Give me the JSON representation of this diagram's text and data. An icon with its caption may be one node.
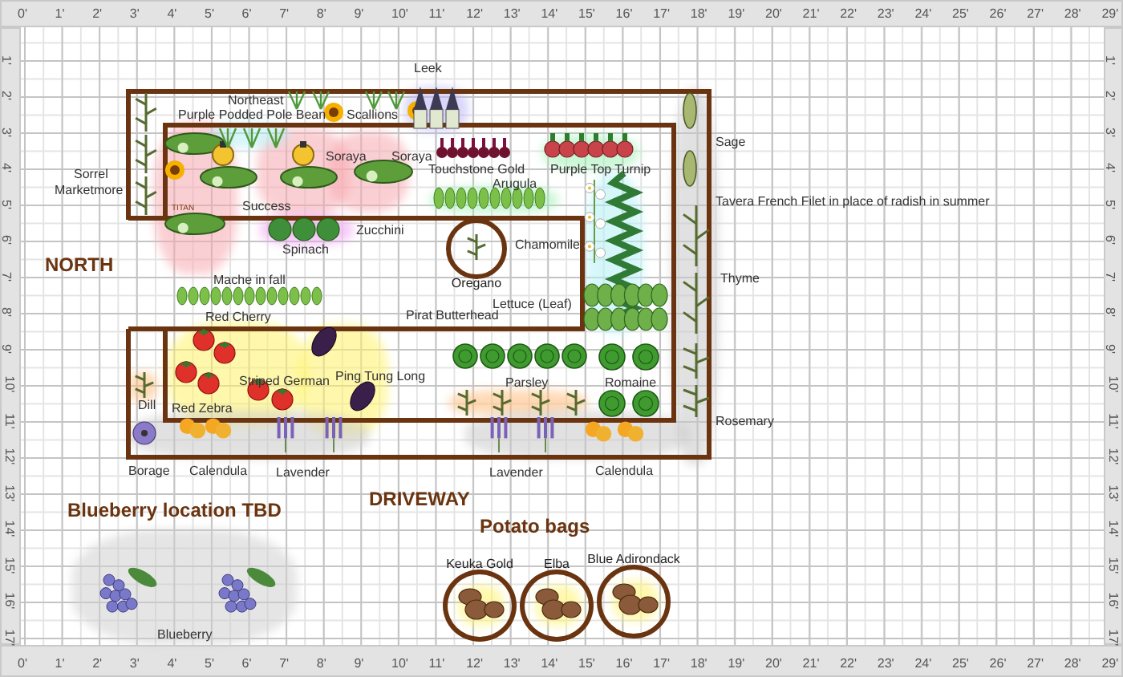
{
  "diagram": {
    "nodes": [
      {
        "text": [
          "Oregano"
        ]
      },
      {
        "text": [
          "Keuka Gold"
        ]
      },
      {
        "text": [
          "Elba"
        ]
      },
      {
        "text": [
          "Blue Adirondack"
        ]
      }
    ],
    "labels": [
      "0'",
      "1'",
      "2'",
      "3'",
      "4'",
      "5'",
      "6'",
      "7'",
      "8'",
      "9'",
      "10'",
      "11'",
      "12'",
      "13'",
      "14'",
      "15'",
      "16'",
      "17'",
      "18'",
      "19'",
      "20'",
      "21'",
      "22'",
      "23'",
      "24'",
      "25'",
      "26'",
      "27'",
      "28'",
      "29'",
      "1'",
      "2'",
      "3'",
      "4'",
      "5'",
      "6'",
      "7'",
      "8'",
      "9'",
      "10'",
      "11'",
      "12'",
      "13'",
      "14'",
      "15'",
      "16'",
      "17'",
      "1'",
      "2'",
      "3'",
      "4'",
      "5'",
      "6'",
      "7'",
      "8'",
      "9'",
      "10'",
      "11'",
      "12'",
      "13'",
      "14'",
      "15'",
      "16'",
      "17'",
      "0'",
      "1'",
      "2'",
      "3'",
      "4'",
      "5'",
      "6'",
      "7'",
      "8'",
      "9'",
      "10'",
      "11'",
      "12'",
      "13'",
      "14'",
      "15'",
      "16'",
      "17'",
      "18'",
      "19'",
      "20'",
      "21'",
      "22'",
      "23'",
      "24'",
      "25'",
      "26'",
      "27'",
      "28'",
      "29'",
      "Leek",
      "Northeast",
      "Purple Podded Pole Bean",
      "Scallions",
      "Sorrel",
      "Marketmore",
      "TITAN",
      "Soraya",
      "Soraya",
      "Success",
      "Touchstone Gold",
      "Purple Top Turnip",
      "Arugula",
      "Sage",
      "Tavera French Filet in place of radish in summer",
      "Zucchini",
      "Spinach",
      "Chamomile",
      "NORTH",
      "Thyme",
      "Lettuce (Leaf)",
      "Mache in fall",
      "Red Cherry",
      "Pirat Butterhead",
      "Striped German",
      "Ping Tung Long",
      "Parsley",
      "Romaine",
      "Dill",
      "Red Zebra",
      "Rosemary",
      "Borage",
      "Calendula",
      "Lavender",
      "DRIVEWAY",
      "Lavender",
      "Calendula",
      "Blueberry location TBD",
      "Potato bags",
      "Blueberry"
    ]
  }
}
